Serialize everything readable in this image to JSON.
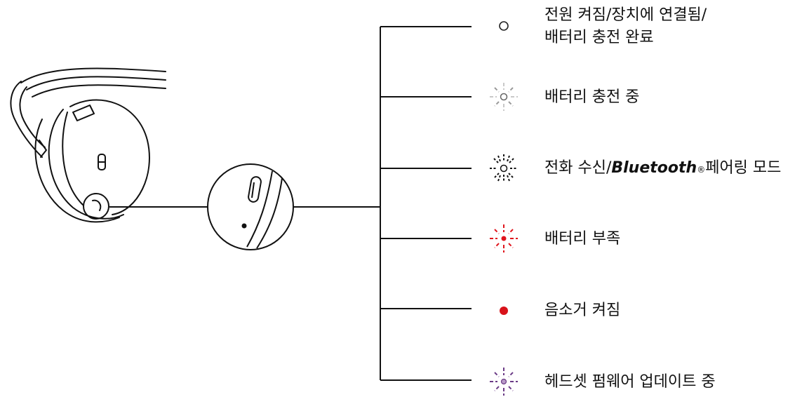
{
  "statuses": [
    {
      "id": "on",
      "line1": "전원 켜짐/장치에 연결됨/",
      "line2": "배터리 충전 완료",
      "icon": "white-ring-icon",
      "color": "#222222"
    },
    {
      "id": "charging",
      "line1": "배터리 충전 중",
      "icon": "white-slow-flash-icon",
      "color": "#9a9a9a"
    },
    {
      "id": "pairing",
      "prefix": "전화 수신/",
      "brand": "Bluetooth",
      "mark": "®",
      "suffix": "페어링 모드",
      "icon": "white-fast-flash-icon",
      "color": "#111111"
    },
    {
      "id": "low-battery",
      "line1": "배터리 부족",
      "icon": "red-flash-icon",
      "color": "#e0141c"
    },
    {
      "id": "mute",
      "line1": "음소거 켜짐",
      "icon": "red-dot-icon",
      "color": "#d8121a"
    },
    {
      "id": "firmware",
      "line1": "헤드셋 펌웨어 업데이트 중",
      "icon": "purple-flash-icon",
      "color": "#6b3b86"
    }
  ]
}
